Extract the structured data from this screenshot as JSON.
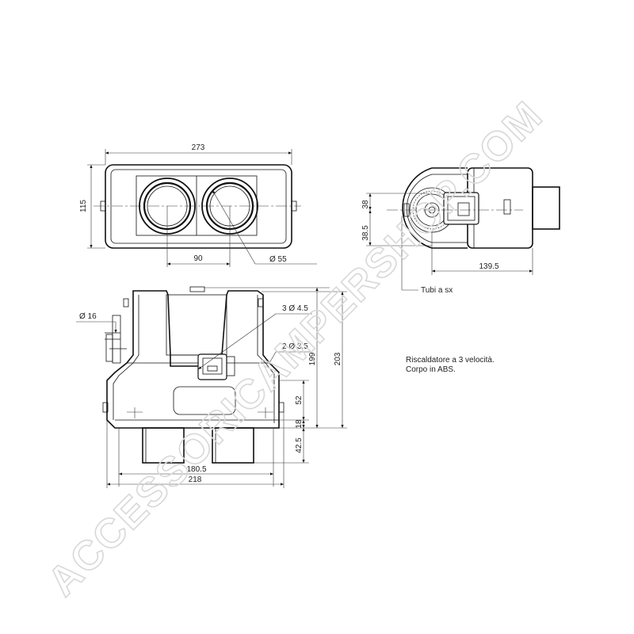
{
  "top_view": {
    "width": "273",
    "height": "115",
    "spacing": "90",
    "outlet_diameter": "Ø 55"
  },
  "side_view": {
    "height_38": "38",
    "height_38_5": "38.5",
    "length": "139.5",
    "callout": "Tubi a sx"
  },
  "front_view": {
    "pipe_diameter": "Ø 16",
    "holes_a": "3 Ø 4.5",
    "holes_b": "2 Ø 3.5",
    "height_199": "199",
    "height_203": "203",
    "dim_52": "52",
    "dim_18": "18",
    "dim_42_5": "42.5",
    "width_180_5": "180.5",
    "width_218": "218"
  },
  "description": {
    "line1": "Riscaldatore a 3 velocità.",
    "line2": "Corpo in ABS."
  },
  "watermark": "ACCESSORICAMPERSHOP.COM"
}
